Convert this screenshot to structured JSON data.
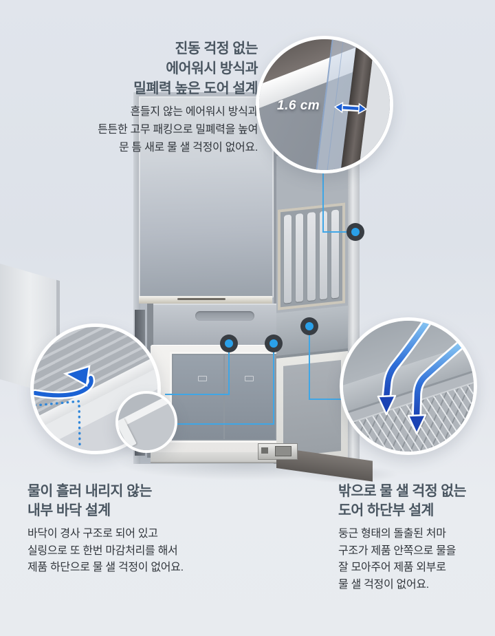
{
  "sections": {
    "door_seal": {
      "heading_lines": [
        "진동 걱정 없는",
        "에어워시 방식과",
        "밀폐력 높은 도어 설계"
      ],
      "body_lines": [
        "흔들지 않는 에어워시 방식과",
        "튼튼한 고무 패킹으로 밀폐력을 높여",
        "문 틈 새로 물 샐 걱정이 없어요."
      ]
    },
    "inner_floor": {
      "heading_lines": [
        "물이 흘러 내리지 않는",
        "내부 바닥 설계"
      ],
      "body_lines": [
        "바닥이 경사 구조로 되어 있고",
        "실링으로 또 한번 마감처리를 해서",
        "제품 하단으로 물 샐 걱정이 없어요."
      ]
    },
    "door_lower": {
      "heading_lines": [
        "밖으로 물 샐 걱정 없는",
        "도어 하단부 설계"
      ],
      "body_lines": [
        "둥근 형태의 돌출된 처마",
        "구조가 제품 안쪽으로 물을",
        "잘 모아주어 제품 외부로",
        "물 샐 걱정이 없어요."
      ]
    }
  },
  "callouts": {
    "door_gap": {
      "measurement_label": "1.6 cm"
    }
  },
  "colors": {
    "heading_text": "#4a5661",
    "body_text": "#30353b",
    "connector_blue": "#3fa6e6",
    "dot_inner_blue": "#2aa0e9",
    "dot_outer_dark": "#383d43",
    "arrow_blue_dark": "#1b52c2",
    "arrow_blue_light": "#86c4f2",
    "measure_arrow_blue": "#1d5fd3"
  }
}
